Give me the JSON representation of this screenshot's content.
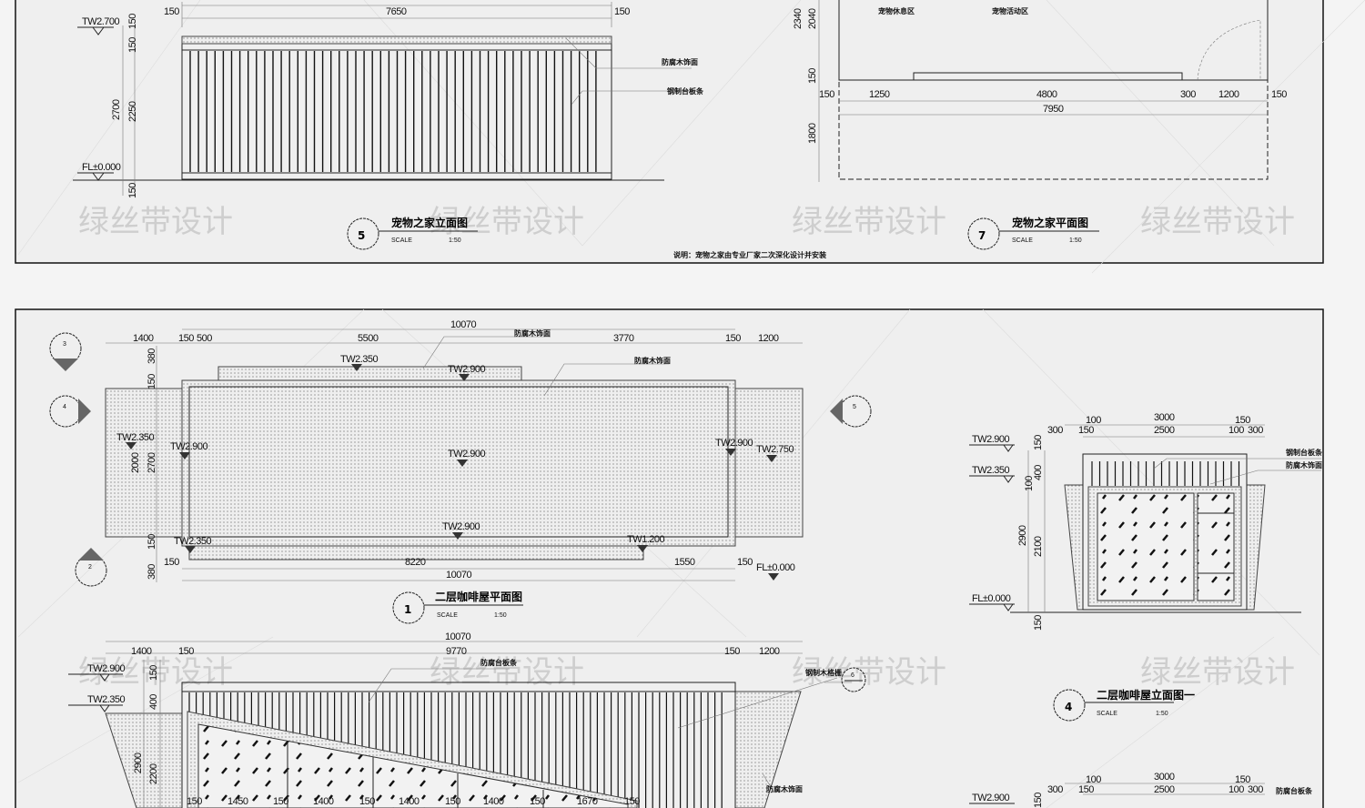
{
  "watermark": "绿丝带设计",
  "drawing5": {
    "number": "5",
    "title": "宠物之家立面图",
    "scale_label": "SCALE",
    "scale": "1:50",
    "dims_top": [
      "150",
      "7650",
      "150"
    ],
    "dims_left": [
      "150",
      "150",
      "2700",
      "2250",
      "150"
    ],
    "levels": [
      "TW2.700",
      "FL±0.000"
    ],
    "labels": [
      "防腐木饰面",
      "钢制台板条"
    ]
  },
  "drawing7": {
    "number": "7",
    "title": "宠物之家平面图",
    "scale_label": "SCALE",
    "scale": "1:50",
    "dims_bottom": [
      "150",
      "1250",
      "4800",
      "300",
      "1200",
      "150"
    ],
    "dim_total": "7950",
    "dims_left": [
      "2340",
      "2040",
      "150",
      "1800"
    ],
    "labels": [
      "宠物休息区",
      "宠物活动区"
    ],
    "note": "说明：宠物之家由专业厂家二次深化设计并安装"
  },
  "drawing1": {
    "number": "1",
    "title": "二层咖啡屋平面图",
    "scale_label": "SCALE",
    "scale": "1:50",
    "dims_top": [
      "1400",
      "150",
      "500",
      "5500",
      "3770",
      "150",
      "1200"
    ],
    "dim_total_top": "10070",
    "dims_bottom": [
      "150",
      "8220",
      "1550",
      "150"
    ],
    "dim_total_bottom": "10070",
    "dims_left": [
      "380",
      "150",
      "2000",
      "2700",
      "150",
      "380"
    ],
    "levels": [
      "TW2.350",
      "TW2.900",
      "TW2.350",
      "TW2.900",
      "TW2.900",
      "TW2.900",
      "TW2.750",
      "TW2.900",
      "TW2.350",
      "TW1.200",
      "FL±0.000"
    ],
    "labels": [
      "防腐木饰面",
      "防腐木饰面"
    ],
    "section_markers": [
      "3",
      "4",
      "5",
      "2"
    ]
  },
  "drawing4": {
    "number": "4",
    "title": "二层咖啡屋立面图一",
    "scale_label": "SCALE",
    "scale": "1:50",
    "dims_top1": [
      "100",
      "3000",
      "150"
    ],
    "dims_top2": [
      "300",
      "150",
      "2500",
      "100",
      "300"
    ],
    "dims_left": [
      "150",
      "400",
      "100",
      "2900",
      "2100",
      "150"
    ],
    "levels": [
      "TW2.900",
      "TW2.350",
      "FL±0.000"
    ],
    "labels": [
      "钢制台板条",
      "防腐木饰面"
    ]
  },
  "drawing_bottom_right": {
    "dims_top1": [
      "100",
      "3000",
      "150"
    ],
    "dims_top2": [
      "300",
      "150",
      "2500",
      "100",
      "300"
    ],
    "level": "TW2.900",
    "dim_left": "150",
    "label": "防腐台板条"
  },
  "drawing_bottom": {
    "dim_total": "10070",
    "dims_top": [
      "1400",
      "150",
      "9770",
      "150",
      "1200"
    ],
    "dims_left": [
      "150",
      "400",
      "2900",
      "2200"
    ],
    "levels": [
      "TW2.900",
      "TW2.350"
    ],
    "dims_glass": [
      "150",
      "1450",
      "150",
      "1400",
      "150",
      "1400",
      "150",
      "1400",
      "150",
      "1670",
      "150"
    ],
    "labels": [
      "防腐台板条",
      "钢制木格栅",
      "防腐木饰面"
    ],
    "section_marker": "6"
  }
}
